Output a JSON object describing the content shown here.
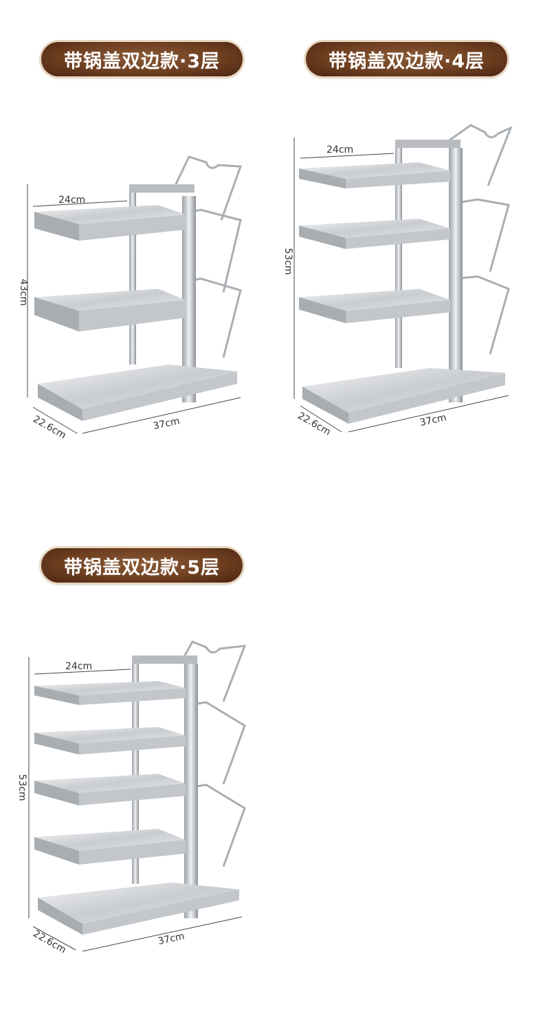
{
  "panels": [
    {
      "title": "带锅盖双边款·3层",
      "dims": {
        "shelf_width": "24cm",
        "height": "43cm",
        "depth": "22.6cm",
        "length": "37cm"
      }
    },
    {
      "title": "带锅盖双边款·4层",
      "dims": {
        "shelf_width": "24cm",
        "height": "53cm",
        "depth": "22.6cm",
        "length": "37cm"
      }
    },
    {
      "title": "带锅盖双边款·5层",
      "dims": {
        "shelf_width": "24cm",
        "height": "53cm",
        "depth": "22.6cm",
        "length": "37cm"
      }
    }
  ],
  "colors": {
    "pill_brown": "#6e3f20",
    "steel_light": "#e6e8ea",
    "steel_dark": "#8a8f94"
  }
}
